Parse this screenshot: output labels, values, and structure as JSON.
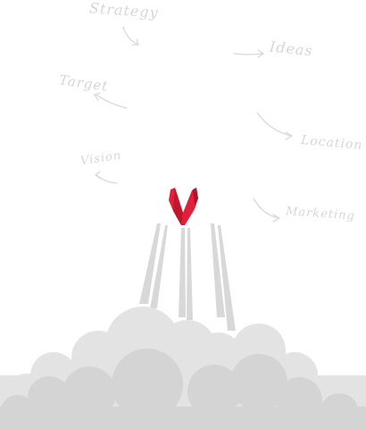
{
  "labels": {
    "strategy": "Strategy",
    "ideas": "Ideas",
    "target": "Target",
    "location": "Location",
    "vision": "Vision",
    "marketing": "Marketing"
  },
  "colors": {
    "text": "#d6d6d6",
    "arrow": "#d9d9d9",
    "rocket": "#e0203a",
    "rocket_dark": "#a8142a",
    "cloud_light": "#e3e3e3",
    "cloud_mid": "#d4d4d4",
    "exhaust": "#d8d8d8"
  },
  "icons": {
    "rocket": "rocket-icon"
  }
}
